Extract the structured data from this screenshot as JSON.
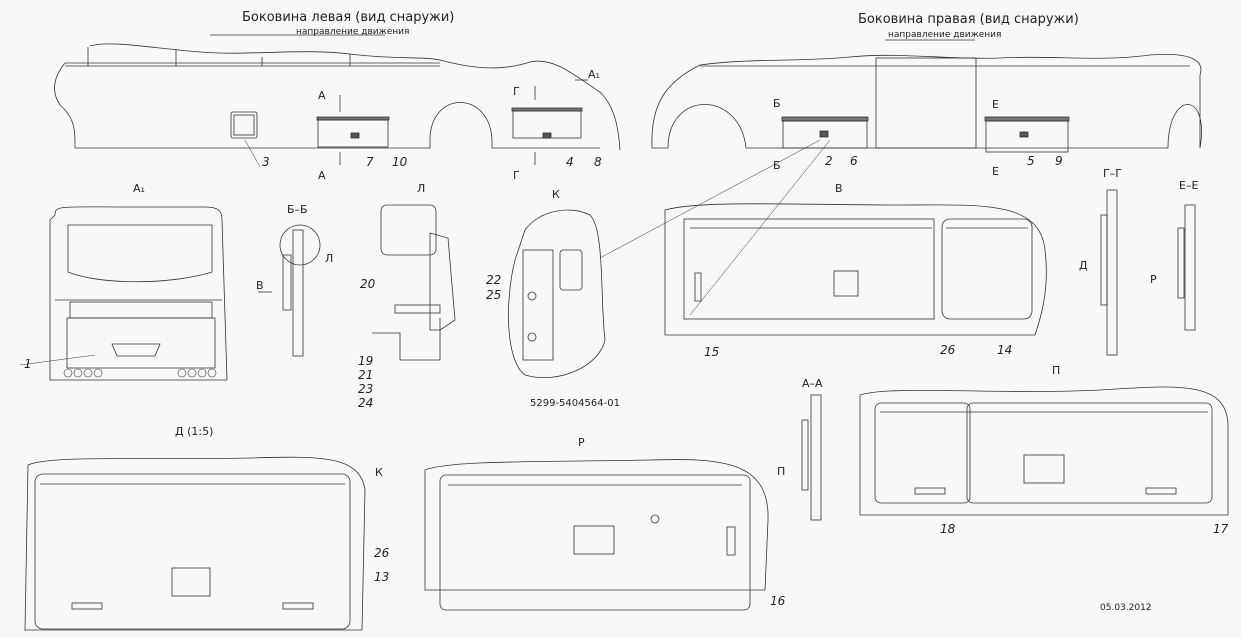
{
  "titles": {
    "left_side": "Боковина левая (вид снаружи)",
    "right_side": "Боковина правая (вид снаружи)",
    "direction_left": "направление движения",
    "direction_right": "направление движения"
  },
  "views": {
    "A1": "А₁",
    "A1_arrow": "А₁",
    "BB": "Б–Б",
    "L": "Л",
    "K": "К",
    "V": "В",
    "GG": "Г–Г",
    "EE": "Е–Е",
    "AA": "А–А",
    "P_view": "П",
    "D": "Д (1:5)",
    "R": "Р"
  },
  "section_marks": {
    "A": "А",
    "G": "Г",
    "B": "Б",
    "E": "Е",
    "V": "В",
    "L": "Л",
    "D": "Д",
    "R": "Р",
    "P": "П",
    "K": "К"
  },
  "callouts": {
    "c1": "1",
    "c2": "2",
    "c3": "3",
    "c4": "4",
    "c5": "5",
    "c6": "6",
    "c7": "7",
    "c8": "8",
    "c9": "9",
    "c10": "10",
    "c13": "13",
    "c14": "14",
    "c15": "15",
    "c16": "16",
    "c17": "17",
    "c18": "18",
    "c19": "19",
    "c20": "20",
    "c21": "21",
    "c22": "22",
    "c23": "23",
    "c24": "24",
    "c25": "25",
    "c26a": "26",
    "c26b": "26"
  },
  "part_number": "5299-5404564-01",
  "date": "05.03.2012"
}
